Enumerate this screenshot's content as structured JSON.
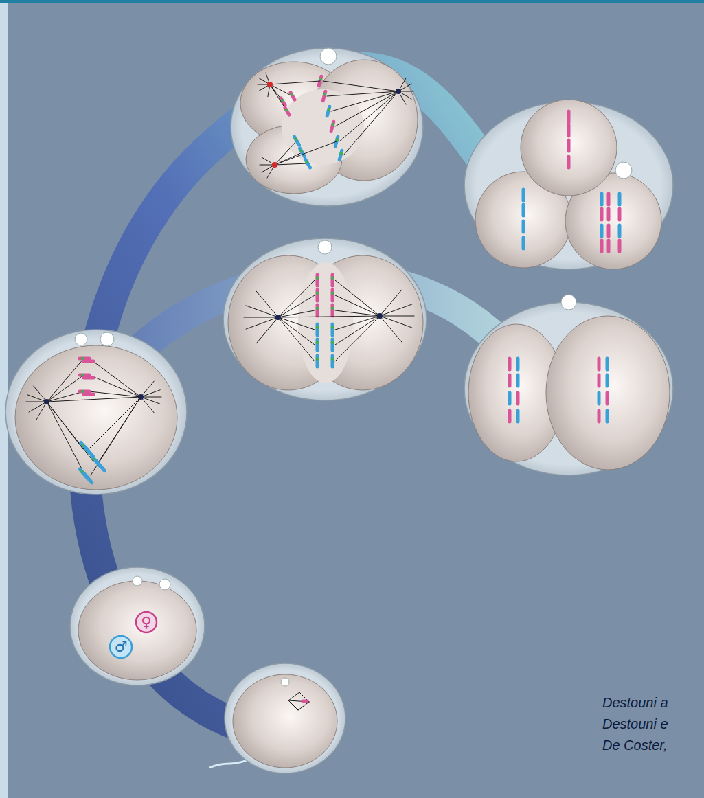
{
  "diagram": {
    "nodes": [
      {
        "text": [
          "♀"
        ]
      },
      {
        "text": [
          "♂"
        ]
      }
    ],
    "labels": [
      "Destouni a",
      "Destouni e",
      "De Coster,"
    ]
  }
}
